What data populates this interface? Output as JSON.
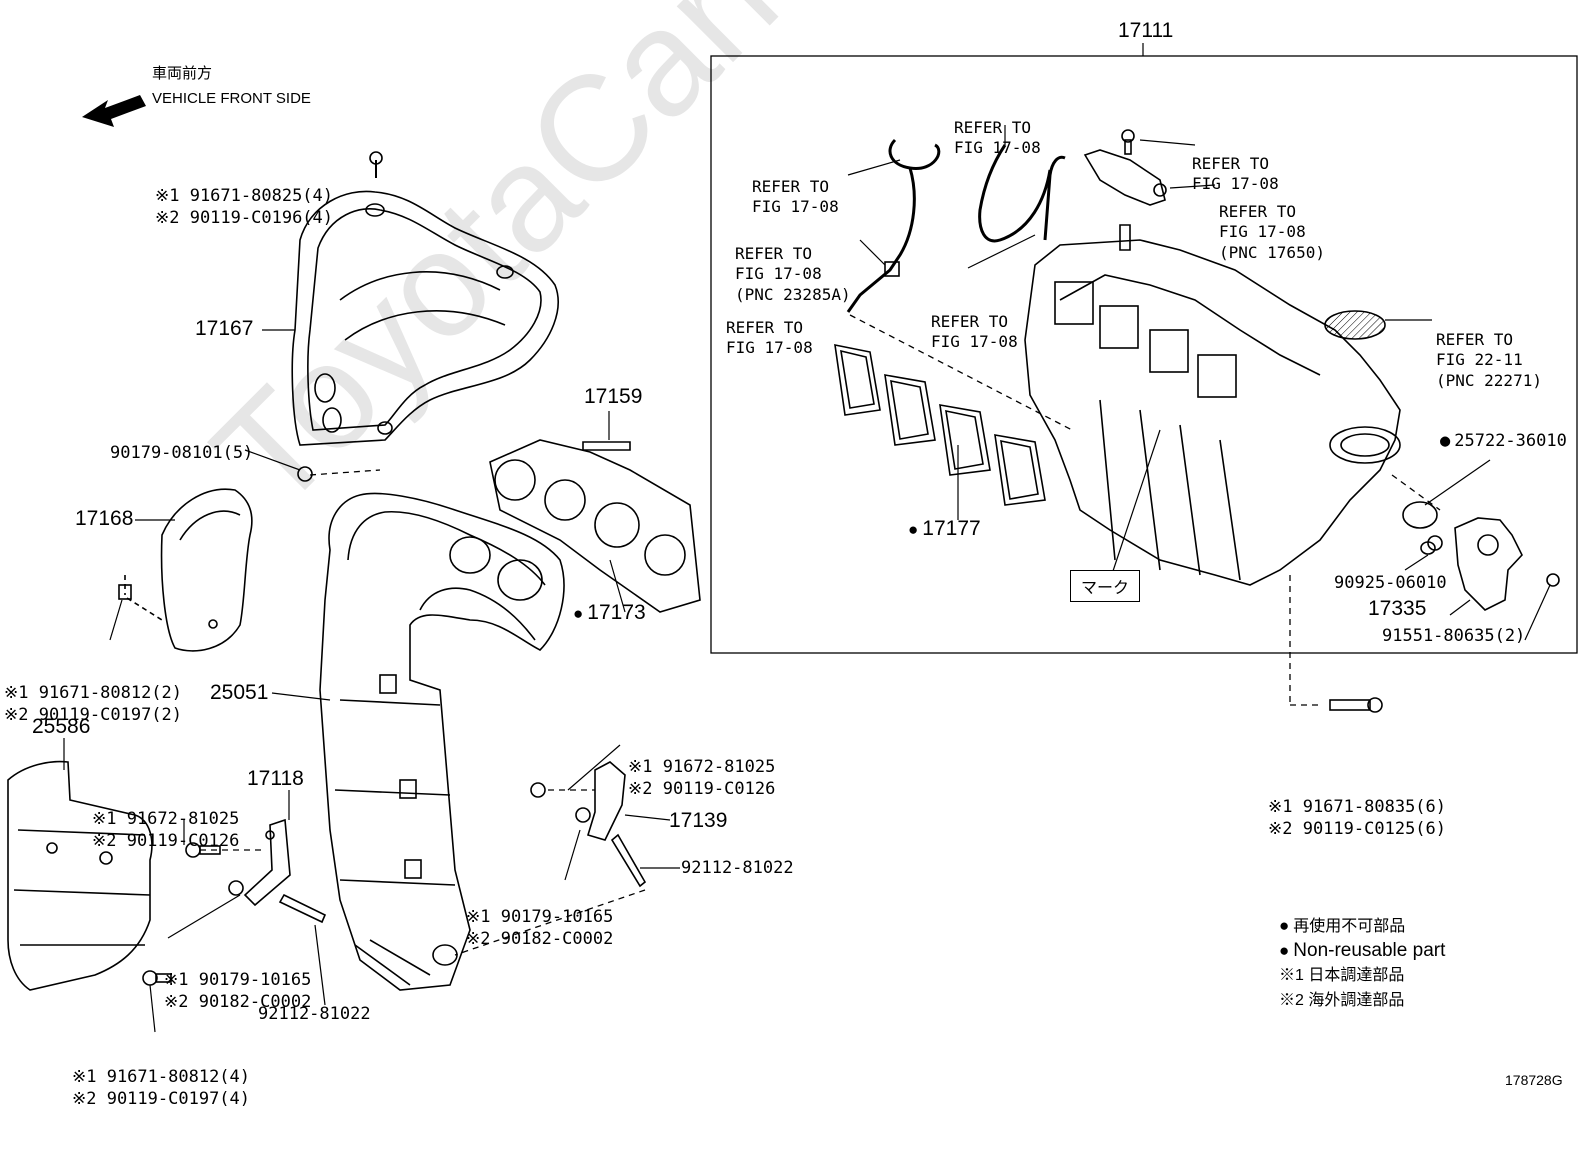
{
  "watermark": "ToyotaCarMarket.ru",
  "front_side": {
    "jp": "車両前方",
    "en": "VEHICLE FRONT SIDE"
  },
  "parts": {
    "p17111": "17111",
    "p17167": "17167",
    "p17168": "17168",
    "p17159": "17159",
    "p17173": "17173",
    "p17177": "17177",
    "p25051": "25051",
    "p25586": "25586",
    "p17118": "17118",
    "p17139": "17139",
    "p17335": "17335",
    "p25722": "25722-36010",
    "p90179_08101": "90179-08101(5)",
    "p90925": "90925-06010",
    "p91551": "91551-80635(2)",
    "p92112_a": "92112-81022",
    "p92112_b": "92112-81022"
  },
  "bolt_groups": {
    "top_bolt": [
      "※1 91671-80825(4)",
      "※2 90119-C0196(4)"
    ],
    "heat_ins_bolt": [
      "※1 91671-80812(2)",
      "※2 90119-C0197(2)"
    ],
    "bottom_bolt": [
      "※1 91671-80812(4)",
      "※2 90119-C0197(4)"
    ],
    "bracket_left_bolt": [
      "※1 91672-81025",
      "※2 90119-C0126"
    ],
    "bracket_left_nut": [
      "※1 90179-10165",
      "※2 90182-C0002"
    ],
    "bracket_right_bolt": [
      "※1 91672-81025",
      "※2 90119-C0126"
    ],
    "bracket_right_nut": [
      "※1 90179-10165",
      "※2 90182-C0002"
    ],
    "manifold_bolt": [
      "※1 91671-80835(6)",
      "※2 90119-C0125(6)"
    ]
  },
  "refers": {
    "r1": [
      "REFER TO",
      "FIG 17-08"
    ],
    "r2": [
      "REFER TO",
      "FIG 17-08"
    ],
    "r3": [
      "REFER TO",
      "FIG 17-08"
    ],
    "r4": [
      "REFER TO",
      "FIG 17-08",
      "(PNC 17650)"
    ],
    "r5": [
      "REFER TO",
      "FIG 17-08",
      "(PNC 23285A)"
    ],
    "r6": [
      "REFER TO",
      "FIG 17-08"
    ],
    "r7": [
      "REFER TO",
      "FIG 17-08"
    ],
    "r8": [
      "REFER TO",
      "FIG 22-11",
      "(PNC 22271)"
    ]
  },
  "mark_label": "マーク",
  "legend": {
    "nonreuse_jp": "再使用不可部品",
    "nonreuse_en": "Non-reusable part",
    "note1": "※1 日本調達部品",
    "note2": "※2 海外調達部品"
  },
  "figure_id": "178728G"
}
